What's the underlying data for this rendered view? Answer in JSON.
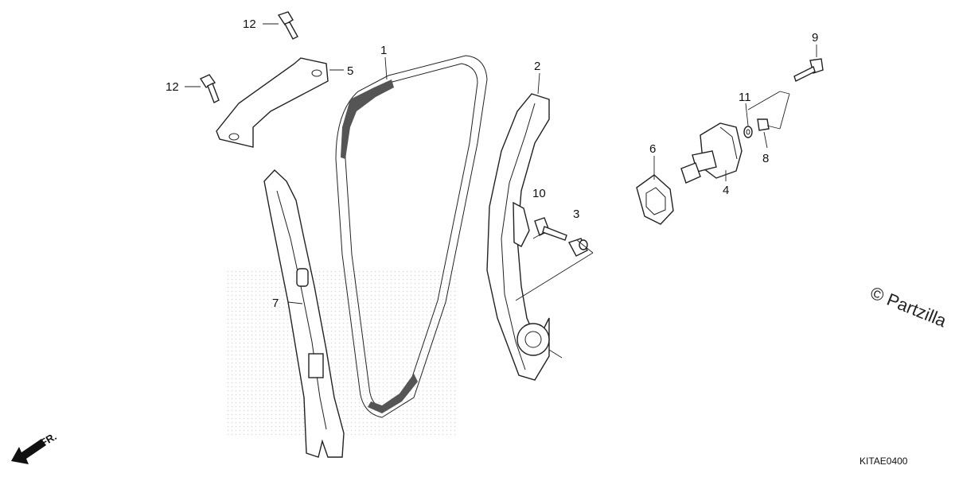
{
  "callouts": [
    "1",
    "2",
    "3",
    "4",
    "5",
    "6",
    "7",
    "8",
    "9",
    "10",
    "11",
    "12",
    "12"
  ],
  "diagram_code": "KITAE0400",
  "watermark": "© Partzilla",
  "front_arrow_label": "FR."
}
